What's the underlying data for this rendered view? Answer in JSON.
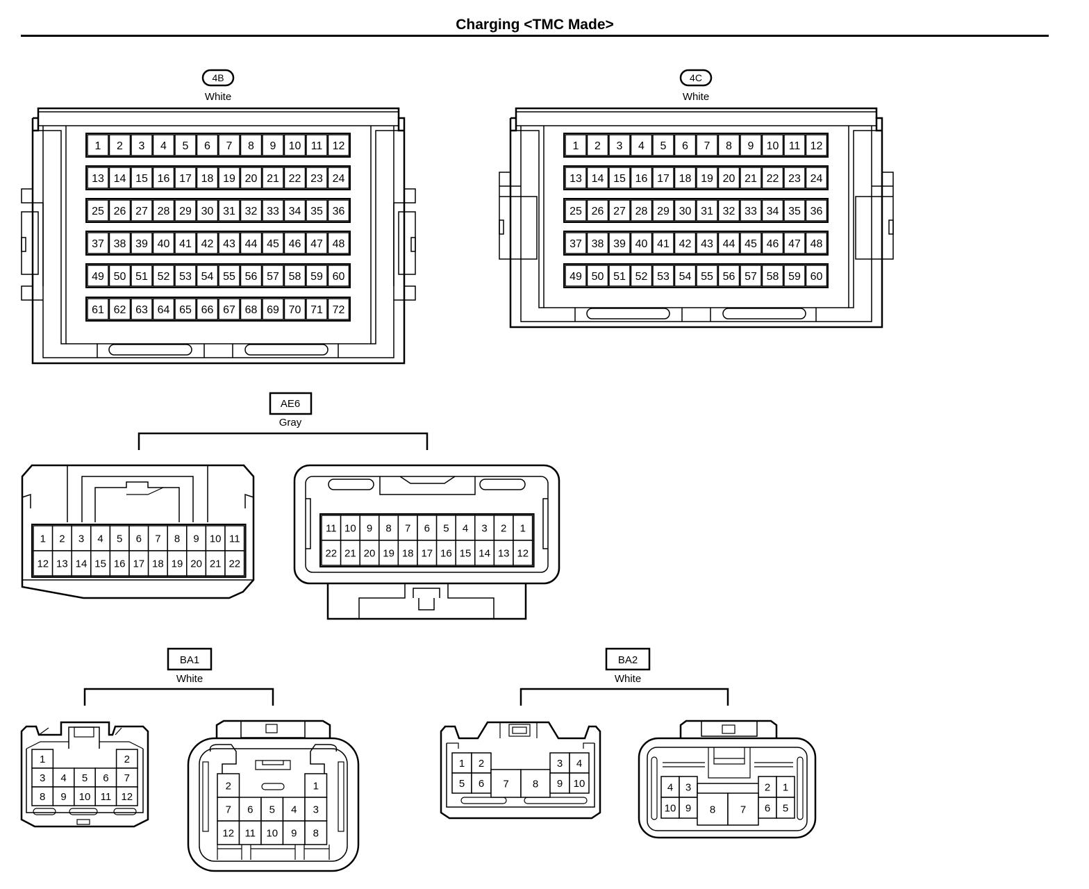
{
  "title": "Charging <TMC Made>",
  "connectors": {
    "c4B": {
      "code": "4B",
      "color": "White"
    },
    "c4C": {
      "code": "4C",
      "color": "White"
    },
    "AE6": {
      "code": "AE6",
      "color": "Gray",
      "left_rows": [
        [
          "1",
          "2",
          "3",
          "4",
          "5",
          "6",
          "7",
          "8",
          "9",
          "10",
          "11"
        ],
        [
          "12",
          "13",
          "14",
          "15",
          "16",
          "17",
          "18",
          "19",
          "20",
          "21",
          "22"
        ]
      ],
      "right_rows": [
        [
          "11",
          "10",
          "9",
          "8",
          "7",
          "6",
          "5",
          "4",
          "3",
          "2",
          "1"
        ],
        [
          "22",
          "21",
          "20",
          "19",
          "18",
          "17",
          "16",
          "15",
          "14",
          "13",
          "12"
        ]
      ]
    },
    "BA1": {
      "code": "BA1",
      "color": "White",
      "left_top": [
        "1",
        "2"
      ],
      "left_rows": [
        [
          "3",
          "4",
          "5",
          "6",
          "7"
        ],
        [
          "8",
          "9",
          "10",
          "11",
          "12"
        ]
      ],
      "right_top": [
        "2",
        "1"
      ],
      "right_rows": [
        [
          "7",
          "6",
          "5",
          "4",
          "3"
        ],
        [
          "12",
          "11",
          "10",
          "9",
          "8"
        ]
      ]
    },
    "BA2": {
      "code": "BA2",
      "color": "White",
      "left_cells": [
        "1",
        "2",
        "3",
        "4",
        "5",
        "6",
        "7",
        "8",
        "9",
        "10"
      ],
      "right_cells": [
        "4",
        "3",
        "2",
        "1",
        "10",
        "9",
        "8",
        "7",
        "6",
        "5"
      ]
    }
  }
}
